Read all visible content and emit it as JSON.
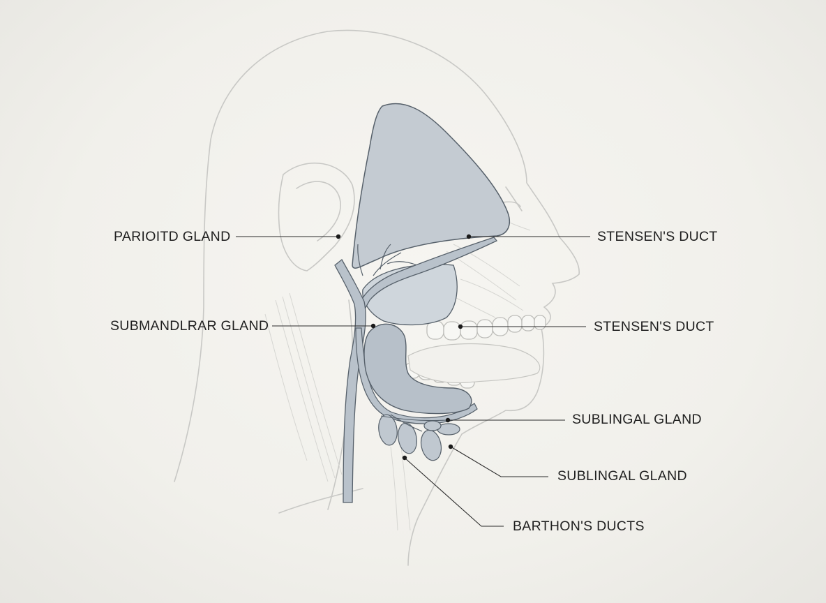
{
  "labels": {
    "parotid_gland": "PARIOITD GLAND",
    "submandibular_gland": "SUBMANDLRAR GLAND",
    "stensens_duct_upper": "STENSEN'S DUCT",
    "stensens_duct_lower": "STENSEN'S DUCT",
    "sublingual_gland_upper": "SUBLINGAL GLAND",
    "sublingual_gland_lower": "SUBLINGAL GLAND",
    "barthons_ducts": "BARTHON'S DUCTS"
  },
  "colors": {
    "background": "#f1f0eb",
    "outline": "#c9c9c6",
    "gland_fill": "#c5ccd3",
    "gland_stroke": "#56606a",
    "duct_fill": "#b9c2cb",
    "leader": "#2a2a2a"
  }
}
